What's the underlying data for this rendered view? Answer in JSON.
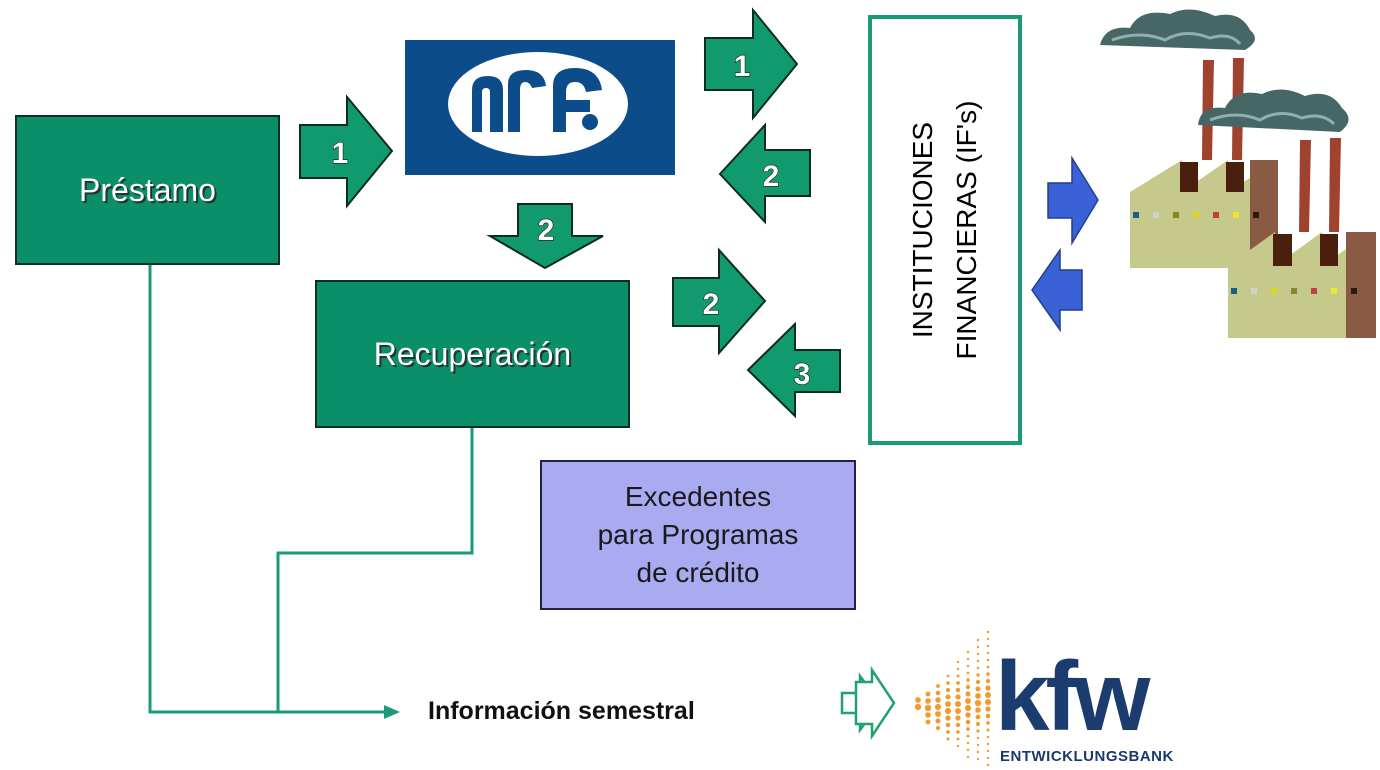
{
  "boxes": {
    "prestamo": "Préstamo",
    "recuperacion": "Recuperación",
    "excedentes": "Excedentes\npara Programas\nde crédito",
    "instituciones": "INSTITUCIONES\nFINANCIERAS (IF's)"
  },
  "arrows": {
    "prestamo_to_nf": "1",
    "nf_to_if": "1",
    "if_to_nf": "2",
    "nf_to_recuperacion": "2",
    "recuperacion_to_if": "2",
    "if_to_recuperacion": "3"
  },
  "report": {
    "label": "Información semestral"
  },
  "logos": {
    "kfw_word": "kfw",
    "kfw_subtitle": "ENTWICKLUNGSBANK"
  },
  "colors": {
    "box_green": "#0a8f68",
    "arrow_green": "#109a6e",
    "line_green": "#1a9a78",
    "excedentes_fill": "#aaaaf0",
    "blue_arrow": "#3a62d6",
    "nf_logo_bg": "#0d4c8a",
    "kfw_orange": "#f39a2c",
    "kfw_navy": "#1b3c6f"
  },
  "icons": {
    "factories": "factory-icon",
    "nf_logo": "nf-logo-icon",
    "kfw_logo": "kfw-logo-icon"
  }
}
